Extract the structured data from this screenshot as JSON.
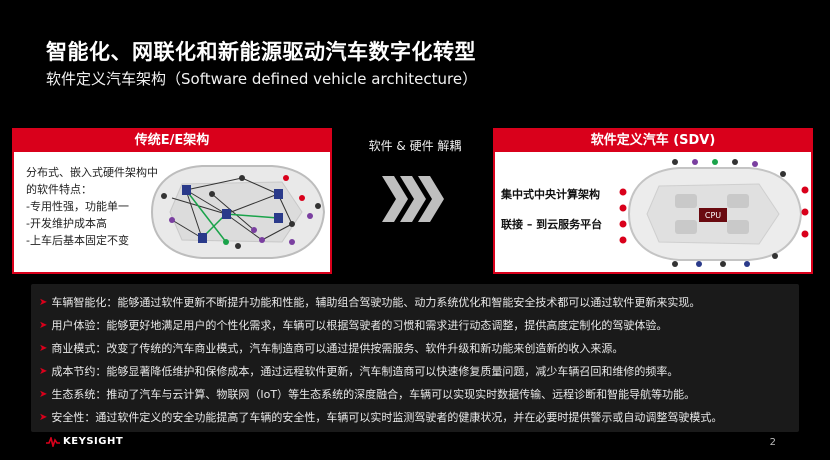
{
  "header": {
    "title": "智能化、网联化和新能源驱动汽车数字化转型",
    "subtitle": "软件定义汽车架构（Software defined vehicle architecture）"
  },
  "left_card": {
    "title": "传统E/E架构",
    "lines": [
      "分布式、嵌入式硬件架构中",
      "的软件特点：",
      "-专用性强，功能单一",
      "-开发维护成本高",
      "-上车后基本固定不变"
    ]
  },
  "middle": {
    "label": "软件 & 硬件 解耦"
  },
  "right_card": {
    "title": "软件定义汽车 (SDV)",
    "lines": [
      "集中式中央计算架构",
      "联接 – 到云服务平台"
    ],
    "cpu_label": "CPU"
  },
  "bullets": [
    "车辆智能化：能够通过软件更新不断提升功能和性能，辅助组合驾驶功能、动力系统优化和智能安全技术都可以通过软件更新来实现。",
    "用户体验：能够更好地满足用户的个性化需求，车辆可以根据驾驶者的习惯和需求进行动态调整，提供高度定制化的驾驶体验。",
    "商业模式：改变了传统的汽车商业模式，汽车制造商可以通过提供按需服务、软件升级和新功能来创造新的收入来源。",
    "成本节约：能够显著降低维护和保修成本，通过远程软件更新，汽车制造商可以快速修复质量问题，减少车辆召回和维修的频率。",
    "生态系统：推动了汽车与云计算、物联网（IoT）等生态系统的深度融合，车辆可以实现实时数据传输、远程诊断和智能导航等功能。",
    "安全性：通过软件定义的安全功能提高了车辆的安全性，车辆可以实时监测驾驶者的健康状况，并在必要时提供警示或自动调整驾驶模式。"
  ],
  "footer": {
    "brand": "KEYSIGHT",
    "page": "2"
  },
  "colors": {
    "accent": "#d9001b",
    "background": "#000000",
    "panel": "#1a1a1a"
  }
}
